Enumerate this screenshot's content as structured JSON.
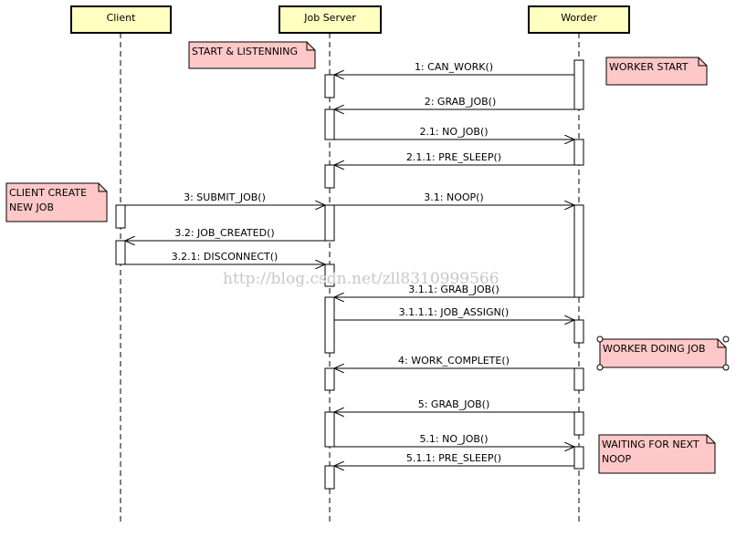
{
  "lifelines": [
    {
      "id": "client",
      "name": "Client"
    },
    {
      "id": "server",
      "name": "Job Server"
    },
    {
      "id": "worker",
      "name": "Worder"
    }
  ],
  "messages": [
    {
      "label": "1: CAN_WORK()",
      "from": "worker",
      "to": "server"
    },
    {
      "label": "2: GRAB_JOB()",
      "from": "worker",
      "to": "server"
    },
    {
      "label": "2.1: NO_JOB()",
      "from": "server",
      "to": "worker"
    },
    {
      "label": "2.1.1: PRE_SLEEP()",
      "from": "worker",
      "to": "server"
    },
    {
      "label": "3: SUBMIT_JOB()",
      "from": "client",
      "to": "server"
    },
    {
      "label": "3.1: NOOP()",
      "from": "server",
      "to": "worker"
    },
    {
      "label": "3.2: JOB_CREATED()",
      "from": "server",
      "to": "client"
    },
    {
      "label": "3.2.1: DISCONNECT()",
      "from": "client",
      "to": "server"
    },
    {
      "label": "3.1.1: GRAB_JOB()",
      "from": "worker",
      "to": "server"
    },
    {
      "label": "3.1.1.1: JOB_ASSIGN()",
      "from": "server",
      "to": "worker"
    },
    {
      "label": "4: WORK_COMPLETE()",
      "from": "worker",
      "to": "server"
    },
    {
      "label": "5: GRAB_JOB()",
      "from": "worker",
      "to": "server"
    },
    {
      "label": "5.1: NO_JOB()",
      "from": "server",
      "to": "worker"
    },
    {
      "label": "5.1.1: PRE_SLEEP()",
      "from": "worker",
      "to": "server"
    }
  ],
  "notes": [
    {
      "id": "start-listening",
      "lines": [
        "START & LISTENNING"
      ]
    },
    {
      "id": "worker-start",
      "lines": [
        "WORKER START"
      ]
    },
    {
      "id": "client-create",
      "lines": [
        "CLIENT CREATE",
        "NEW JOB"
      ]
    },
    {
      "id": "worker-doing",
      "lines": [
        "WORKER DOING JOB"
      ]
    },
    {
      "id": "waiting",
      "lines": [
        "WAITING FOR NEXT",
        "NOOP"
      ]
    }
  ],
  "watermark": "http://blog.csdn.net/zll8310999566",
  "colors": {
    "header_fill": "#ffffc0",
    "note_fill": "#ffc8c8",
    "line": "#000000",
    "watermark": "#c8c8c8"
  }
}
